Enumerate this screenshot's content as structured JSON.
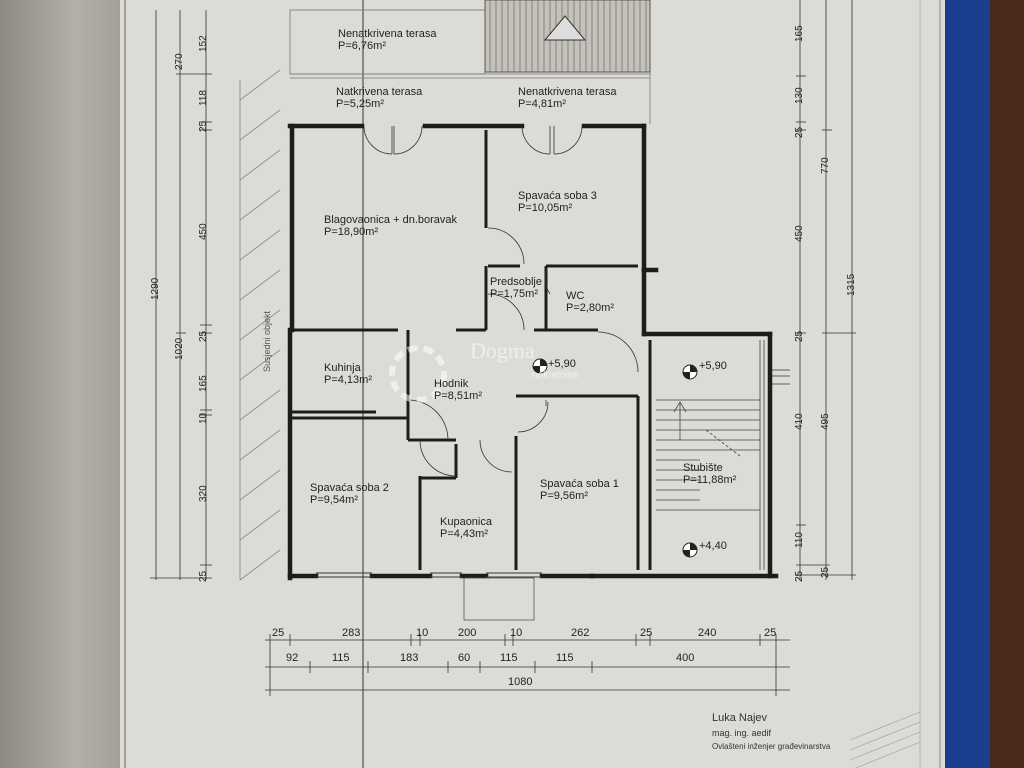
{
  "rooms": {
    "terrace_top": {
      "name": "Nenatkrivena terasa",
      "area": "P=6,76m²"
    },
    "terrace_covered": {
      "name": "Natkrivena terasa",
      "area": "P=5,25m²"
    },
    "terrace_right": {
      "name": "Nenatkrivena terasa",
      "area": "P=4,81m²"
    },
    "dining": {
      "name": "Blagovaonica + dn.boravak",
      "area": "P=18,90m²"
    },
    "bedroom3": {
      "name": "Spavaća soba 3",
      "area": "P=10,05m²"
    },
    "hall_small": {
      "name": "Predsoblje",
      "area": "P=1,75m²"
    },
    "wc": {
      "name": "WC",
      "area": "P=2,80m²"
    },
    "kitchen": {
      "name": "Kuhinja",
      "area": "P=4,13m²"
    },
    "corridor": {
      "name": "Hodnik",
      "area": "P=8,51m²"
    },
    "bedroom2": {
      "name": "Spavaća soba 2",
      "area": "P=9,54m²"
    },
    "bathroom": {
      "name": "Kupaonica",
      "area": "P=4,43m²"
    },
    "bedroom1": {
      "name": "Spavaća soba 1",
      "area": "P=9,56m²"
    },
    "stairs": {
      "name": "Stubište",
      "area": "P=11,88m²"
    }
  },
  "levels": {
    "center": "+5,90",
    "stair_top": "+5,90",
    "stair_bottom": "+4,40"
  },
  "neighbor_label": "Susjedni objekt",
  "dims": {
    "bottom_row1": [
      "25",
      "283",
      "10",
      "200",
      "10",
      "262",
      "25",
      "240",
      "25"
    ],
    "bottom_row2": [
      "92",
      "115",
      "183",
      "60",
      "115",
      "115",
      "400"
    ],
    "bottom_total": "1080",
    "left_outer": [
      "1290"
    ],
    "left_mid": [
      "270",
      "1020"
    ],
    "left_inner": [
      "152",
      "118",
      "25",
      "450",
      "25",
      "165",
      "10",
      "320",
      "25"
    ],
    "right_inner": [
      "165",
      "130",
      "25",
      "450",
      "25",
      "410",
      "110",
      "25"
    ],
    "right_mid": [
      "770",
      "495",
      "25"
    ],
    "right_outer": [
      "1315"
    ]
  },
  "watermark": {
    "brand": "Dogma",
    "sub": "nekretnine"
  },
  "signature": {
    "name": "Luka Najev",
    "title": "mag. ing. aedif",
    "line3": "Ovlašteni inženjer građevinarstva"
  }
}
